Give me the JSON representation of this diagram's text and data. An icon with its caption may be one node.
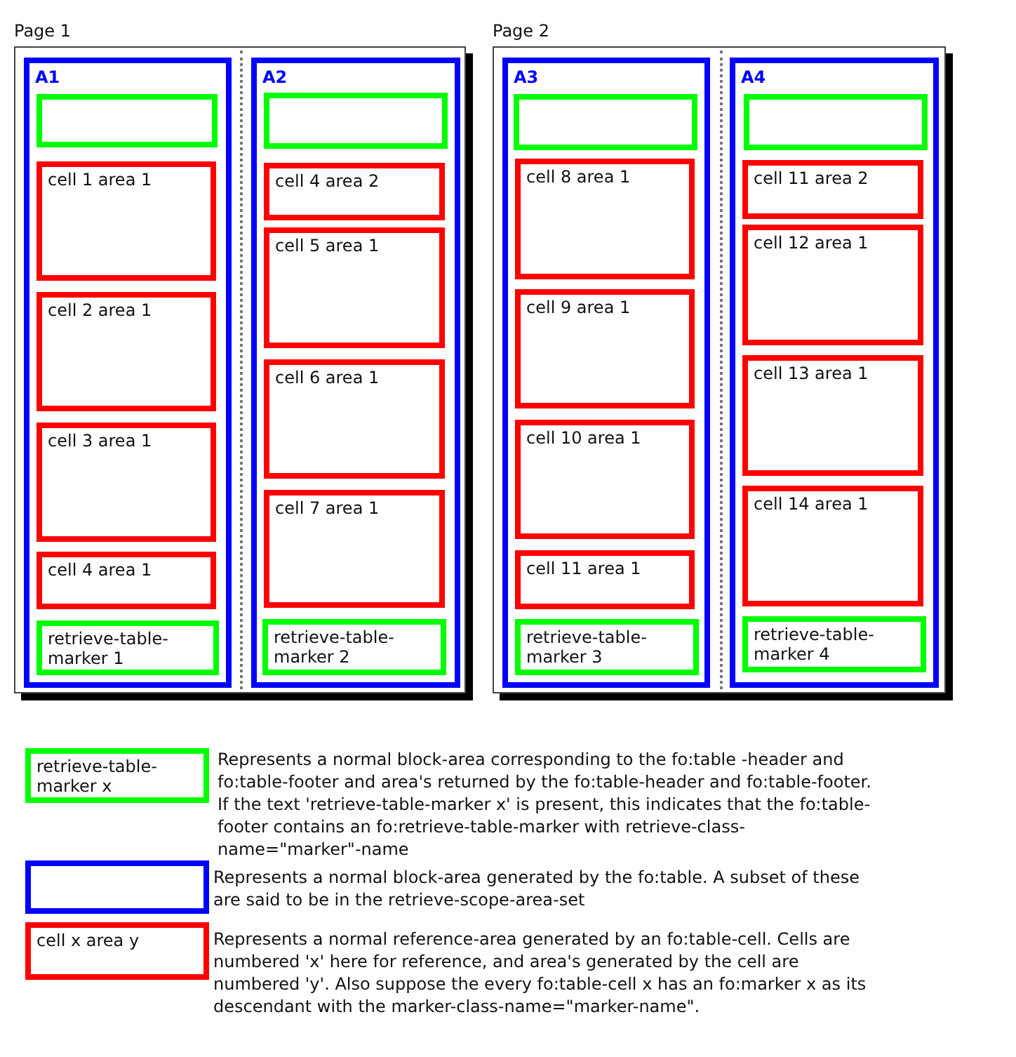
{
  "diagram": {
    "nodes": [
      {
        "text": [
          "Page 1"
        ]
      },
      {
        "text": [
          "A1"
        ],
        "in": 0
      },
      {
        "text": [],
        "shape": "box",
        "in": 1
      },
      {
        "text": [
          "cell 1 area 1"
        ],
        "in": 1
      },
      {
        "text": [
          "cell 2 area 1"
        ],
        "in": 1
      },
      {
        "text": [
          "cell 3 area 1"
        ],
        "in": 1
      },
      {
        "text": [
          "cell 4 area 1"
        ],
        "in": 1
      },
      {
        "text": [
          "retrieve-table-marker 1"
        ],
        "in": 1
      },
      {
        "text": [
          "A2"
        ],
        "in": 0
      },
      {
        "text": [],
        "shape": "box",
        "in": 8
      },
      {
        "text": [
          "cell 4 area 2"
        ],
        "in": 8
      },
      {
        "text": [
          "cell 5 area 1"
        ],
        "in": 8
      },
      {
        "text": [
          "cell 6 area 1"
        ],
        "in": 8
      },
      {
        "text": [
          "cell 7 area 1"
        ],
        "in": 8
      },
      {
        "text": [
          "retrieve-table-marker 2"
        ],
        "in": 8
      },
      {
        "text": [
          "Page 2"
        ]
      },
      {
        "text": [
          "A3"
        ],
        "in": 15
      },
      {
        "text": [],
        "shape": "box",
        "in": 16
      },
      {
        "text": [
          "cell 8 area 1"
        ],
        "in": 16
      },
      {
        "text": [
          "cell 9 area 1"
        ],
        "in": 16
      },
      {
        "text": [
          "cell 10 area 1"
        ],
        "in": 16
      },
      {
        "text": [
          "cell 11 area 1"
        ],
        "in": 16
      },
      {
        "text": [
          "retrieve-table-marker 3"
        ],
        "in": 16
      },
      {
        "text": [
          "A4"
        ],
        "in": 15
      },
      {
        "text": [],
        "shape": "box",
        "in": 23
      },
      {
        "text": [
          "cell 11 area 2"
        ],
        "in": 23
      },
      {
        "text": [
          "cell 12 area 1"
        ],
        "in": 23
      },
      {
        "text": [
          "cell 13 area 1"
        ],
        "in": 23
      },
      {
        "text": [
          "cell 14 area 1"
        ],
        "in": 23
      },
      {
        "text": [
          "retrieve-table-marker 4"
        ],
        "in": 23
      },
      {
        "text": [
          "retrieve-table-marker x"
        ],
        "beside": [
          "Represents a normal block-area corresponding to the fo:table -header and fo:table-footer and area's returned by the fo:table-header and fo:table-footer. If the text 'retrieve-table-marker x' is present, this indicates that the fo:table-footer contains an fo:retrieve-table-marker with retrieve-class-name=\"marker\"-name"
        ]
      },
      {
        "text": [],
        "shape": "box",
        "beside": [
          "Represents a normal block-area generated by the fo:table. A subset of these are said to be in the retrieve-scope-area-set"
        ]
      },
      {
        "text": [
          "cell x area y"
        ],
        "beside": [
          "Represents a normal reference-area generated by an fo:table-cell. Cells are numbered 'x' here for reference, and area's generated by the cell are numbered 'y'. Also suppose the every fo:table-cell x has an fo:marker x as its descendant with the marker-class-name=\"marker-name\"."
        ]
      }
    ]
  }
}
